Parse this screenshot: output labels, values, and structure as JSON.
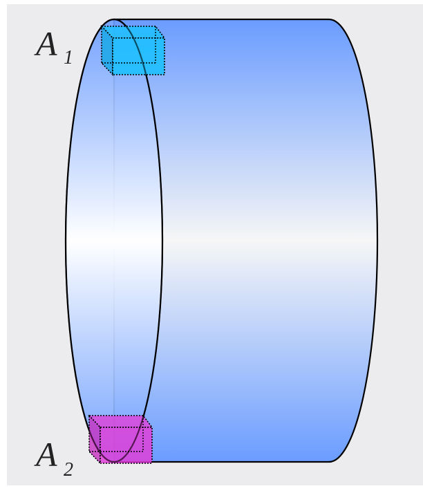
{
  "diagram": {
    "background_color": "#ececee",
    "cylinder": {
      "top_color": "#6a9cff",
      "middle_color": "#f6f6f6",
      "bottom_color": "#6a9cff",
      "outline_color": "#000000"
    },
    "labels": [
      {
        "letter": "A",
        "subscript": "1"
      },
      {
        "letter": "A",
        "subscript": "2"
      }
    ],
    "cubes": [
      {
        "name": "A1",
        "color": "#1ec0ff"
      },
      {
        "name": "A2",
        "color": "#e040d8"
      }
    ]
  }
}
